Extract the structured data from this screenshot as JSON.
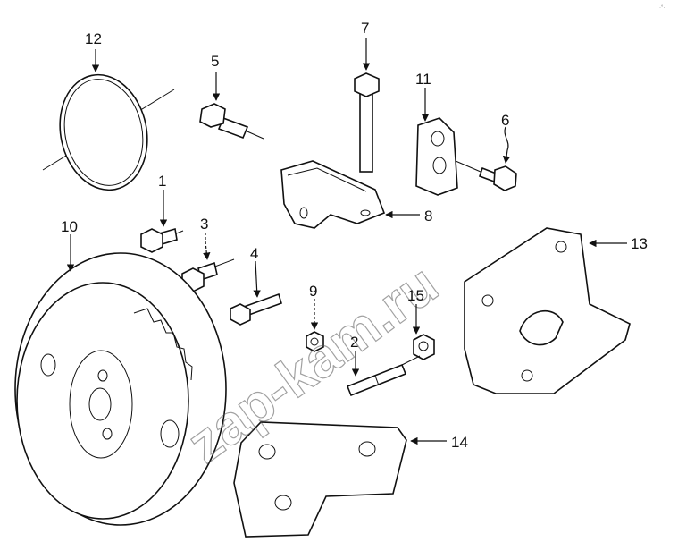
{
  "diagram": {
    "watermark": "zap-kam.ru",
    "corner_mark": "·°·",
    "callouts": [
      {
        "id": "12",
        "label": "12"
      },
      {
        "id": "5",
        "label": "5"
      },
      {
        "id": "7",
        "label": "7"
      },
      {
        "id": "11",
        "label": "11"
      },
      {
        "id": "6",
        "label": "6"
      },
      {
        "id": "1",
        "label": "1"
      },
      {
        "id": "8",
        "label": "8"
      },
      {
        "id": "10",
        "label": "10"
      },
      {
        "id": "3",
        "label": "3"
      },
      {
        "id": "13",
        "label": "13"
      },
      {
        "id": "4",
        "label": "4"
      },
      {
        "id": "9",
        "label": "9"
      },
      {
        "id": "15",
        "label": "15"
      },
      {
        "id": "2",
        "label": "2"
      },
      {
        "id": "14",
        "label": "14"
      }
    ]
  }
}
